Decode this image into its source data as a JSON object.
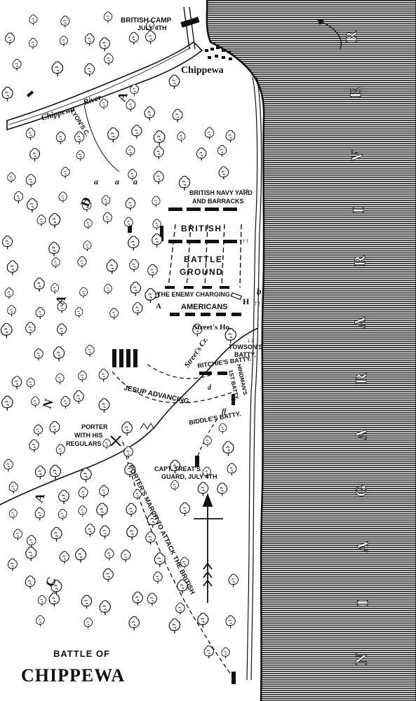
{
  "title": {
    "line1": "BATTLE OF",
    "line2": "CHIPPEWA"
  },
  "places": {
    "british_camp": "BRITISH CAMP",
    "british_camp_date": "JULY 4TH",
    "chippewa": "Chippewa",
    "chippewa_river": "Chippewa",
    "river_word": "River",
    "lyons_creek": "LYON'S C.",
    "navy_yard_1": "BRITISH NAVY YARD",
    "navy_yard_2": "AND BARRACKS",
    "battle_ground_1": "BRITISH",
    "battle_ground_2": "BATTLE",
    "battle_ground_3": "GROUND",
    "enemy_charging": "THE ENEMY CHARGING",
    "americans": "AMERICANS",
    "streets_house": "Street's Ho.",
    "streets_creek": "Street's Cr.",
    "towsons_1": "TOWSON'S",
    "towsons_2": "BATTY.",
    "ritchies": "RITCHIE'S BATTY.",
    "hindmans": "HINDMAN'S",
    "hindmans_2": "1ST BATTY.",
    "jesup": "JESUP ADVANCING",
    "biddles": "BIDDLE'S BATTY.",
    "porter_1": "PORTER",
    "porter_2": "WITH HIS",
    "porter_3": "REGULARS",
    "treat_1": "CAPT. TREAT'S",
    "treat_2": "GUARD, JULY 4TH",
    "porters_march": "PORTER'S MARCH TO ATTACK THE BRITISH"
  },
  "river_letters": [
    "R",
    "E",
    "V",
    "I",
    "R",
    "A",
    "R",
    "A",
    "G",
    "A",
    "I",
    "N"
  ],
  "canada_letters": [
    "A",
    "D",
    "A",
    "N",
    "A",
    "C"
  ],
  "markers": {
    "a": "a",
    "A": "A",
    "b": "b",
    "H": "H",
    "d": "d",
    "ff": "ff"
  },
  "colors": {
    "ink": "#111111",
    "water": "#333333",
    "paper": "#ffffff"
  }
}
